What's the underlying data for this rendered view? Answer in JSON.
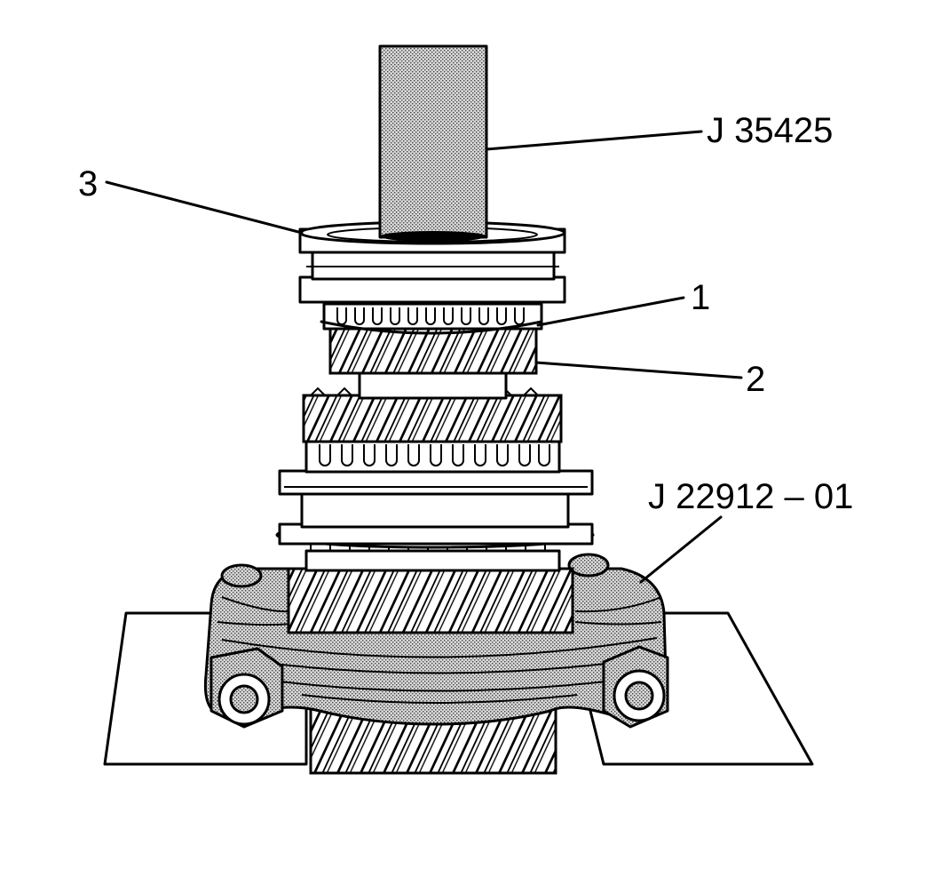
{
  "labels": {
    "tool_top": "J 35425",
    "callout_1": "1",
    "callout_2": "2",
    "callout_3": "3",
    "tool_bottom": "J 22912 – 01"
  },
  "colors": {
    "line": "#000000",
    "background": "#ffffff",
    "stipple": "#9a9a9a"
  }
}
